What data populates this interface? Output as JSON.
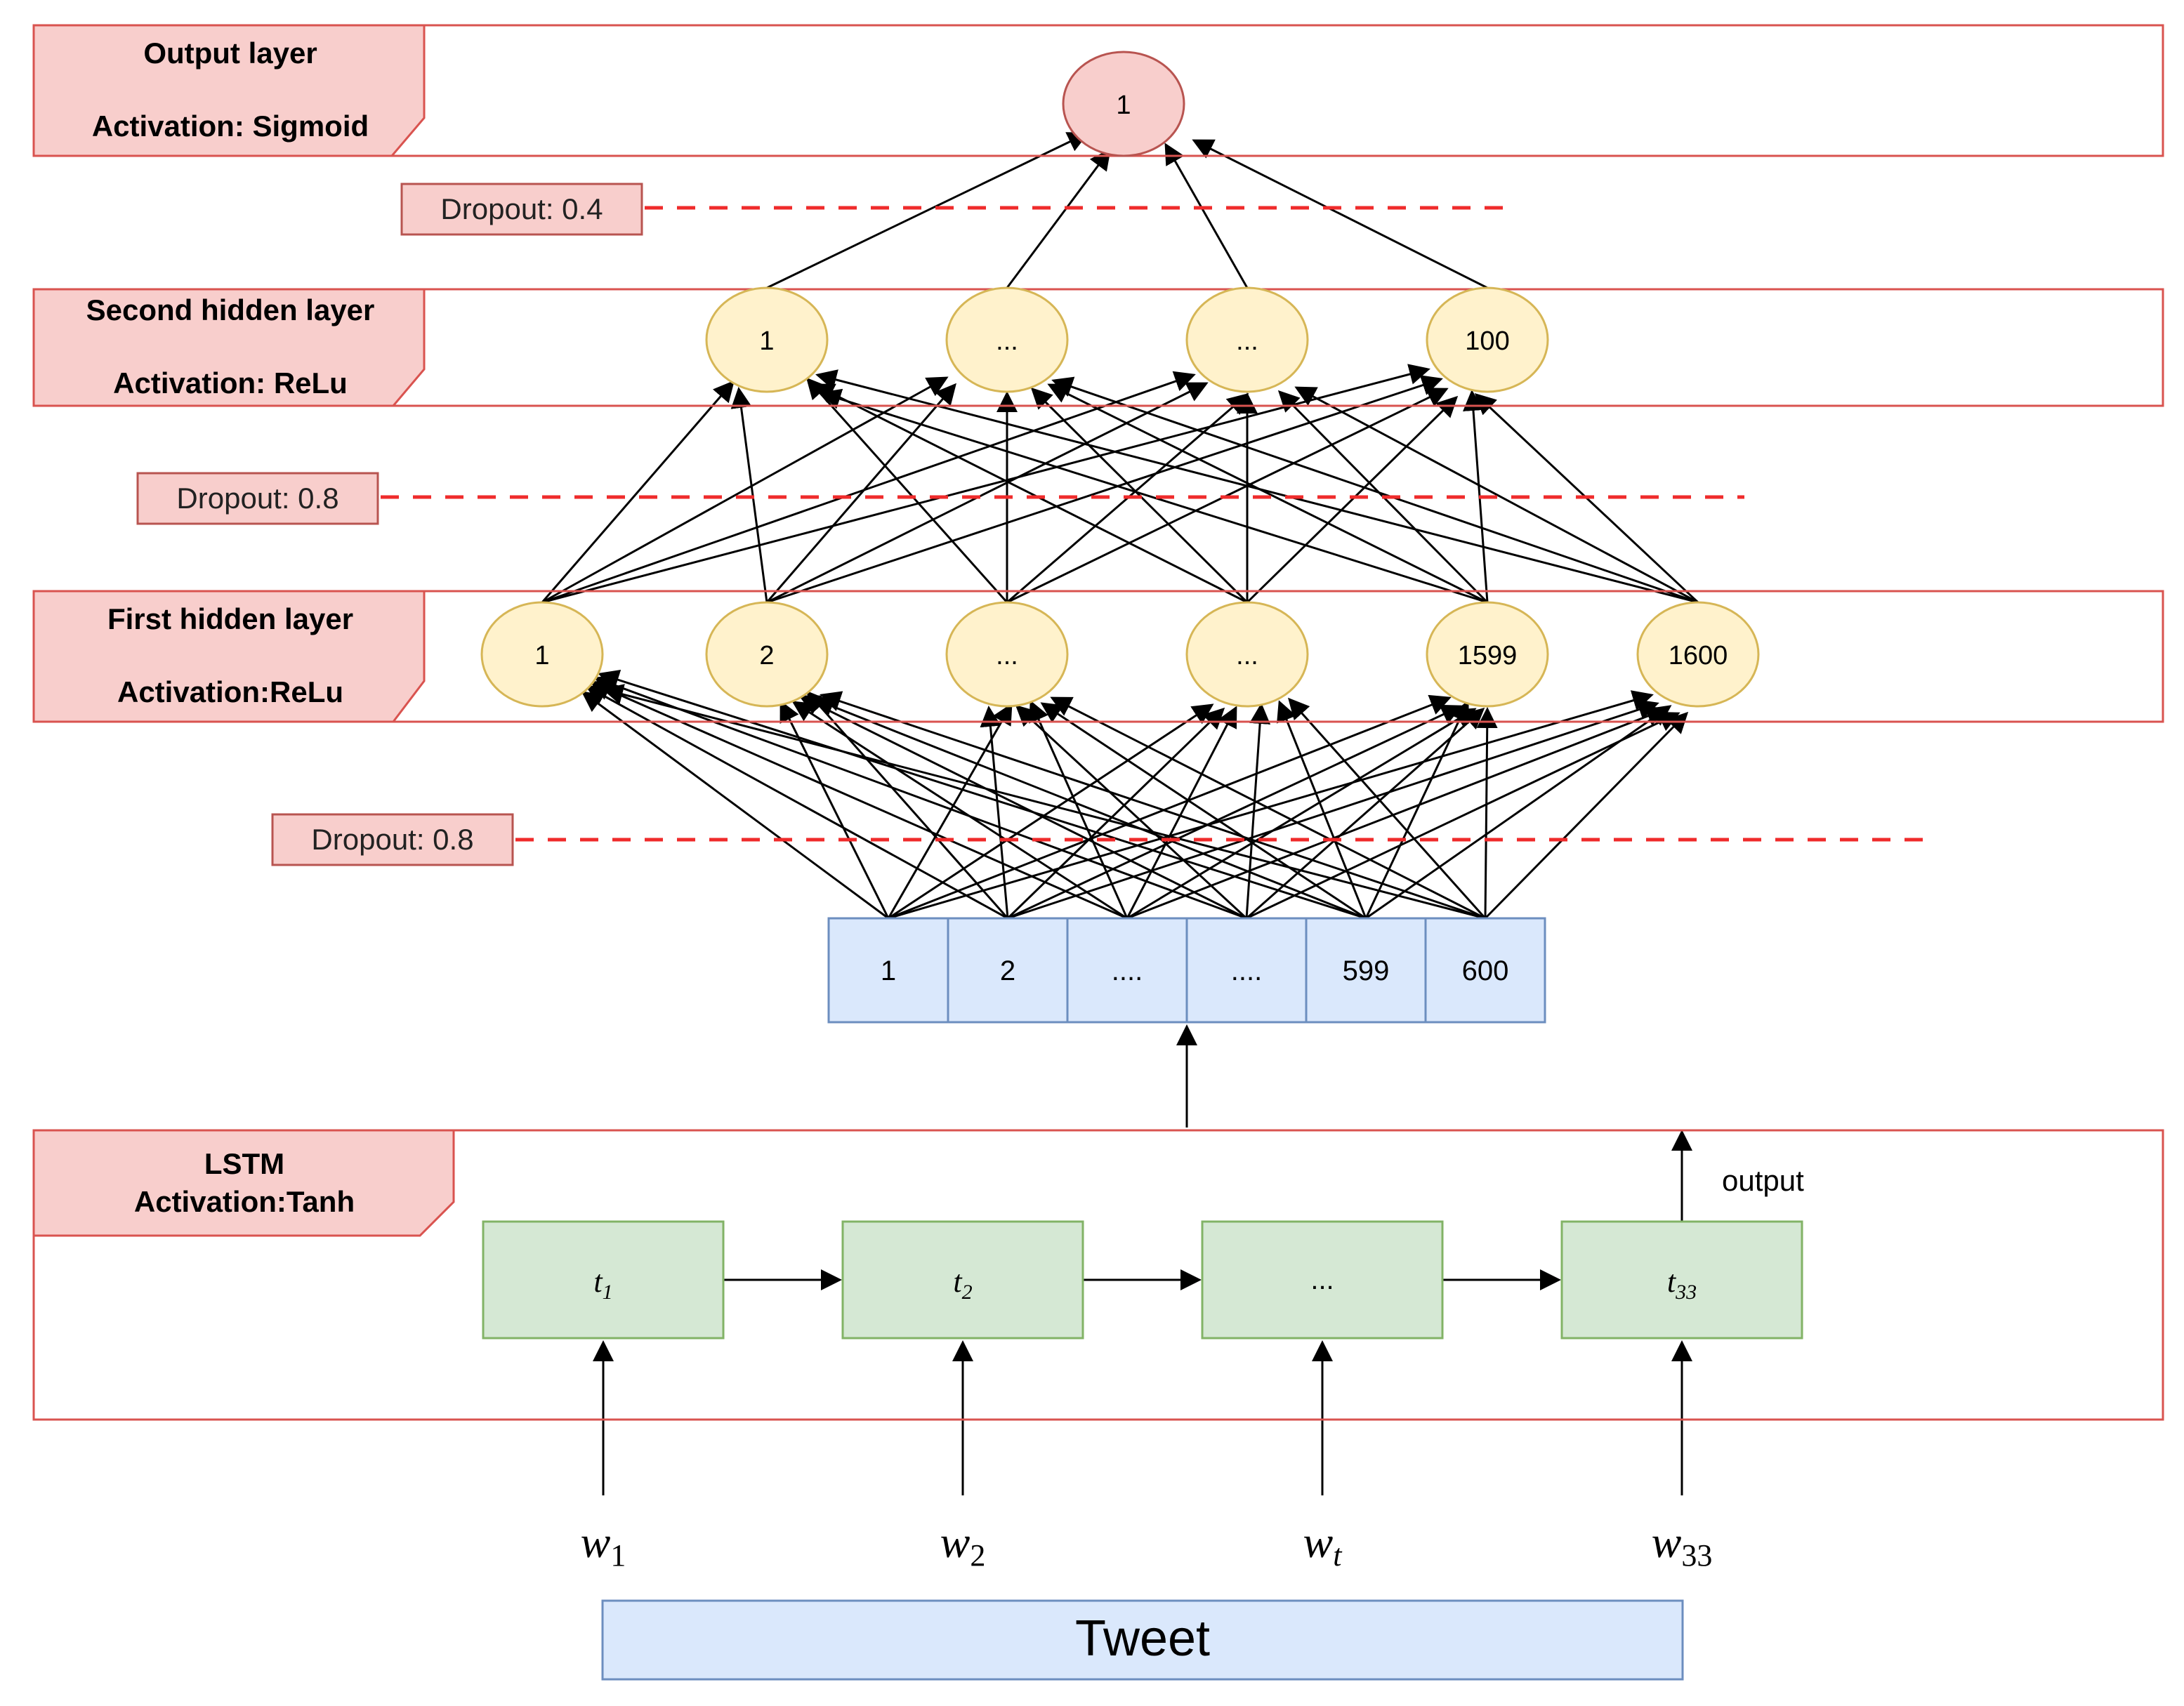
{
  "colors": {
    "layer_border": "#d9534f",
    "tag_fill": "#f8cecc",
    "tag_border": "#b85450",
    "dropout_line": "#ef2b2b",
    "output_node_fill": "#f8cecc",
    "output_node_border": "#b85450",
    "hidden_node_fill": "#fff2cc",
    "hidden_node_border": "#d6b656",
    "input_cell_fill": "#dae8fc",
    "input_cell_border": "#6c8ebf",
    "lstm_cell_fill": "#d5e8d4",
    "lstm_cell_border": "#82b366",
    "arrow": "#000000"
  },
  "layers": {
    "output": {
      "title": "Output layer",
      "activation": "Activation: Sigmoid"
    },
    "second_hidden": {
      "title": "Second hidden layer",
      "activation": "Activation: ReLu"
    },
    "first_hidden": {
      "title": "First hidden layer",
      "activation": "Activation:ReLu"
    },
    "lstm": {
      "title": "LSTM",
      "activation": "Activation:Tanh"
    }
  },
  "dropouts": [
    "Dropout: 0.4",
    "Dropout: 0.8",
    "Dropout: 0.8"
  ],
  "nodes": {
    "output": [
      "1"
    ],
    "second_hidden": [
      "1",
      "...",
      "...",
      "100"
    ],
    "first_hidden": [
      "1",
      "2",
      "...",
      "...",
      "1599",
      "1600"
    ],
    "input_vector": [
      "1",
      "2",
      "....",
      "....",
      "599",
      "600"
    ]
  },
  "lstm": {
    "cells": [
      {
        "base": "t",
        "sub": "1"
      },
      {
        "base": "t",
        "sub": "2"
      },
      {
        "base": "...",
        "sub": ""
      },
      {
        "base": "t",
        "sub": "33"
      }
    ],
    "output_label": "output"
  },
  "words": [
    {
      "base": "w",
      "sub": "1"
    },
    {
      "base": "w",
      "sub": "2"
    },
    {
      "base": "w",
      "sub": "t"
    },
    {
      "base": "w",
      "sub": "33"
    }
  ],
  "tweet_label": "Tweet"
}
